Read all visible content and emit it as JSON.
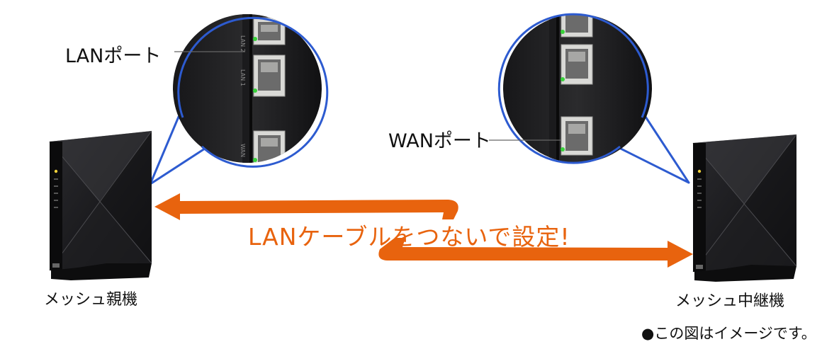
{
  "labels": {
    "lan_port": "LANポート",
    "wan_port": "WANポート",
    "parent_router": "メッシュ親機",
    "child_router": "メッシュ中継機",
    "note": "●この図はイメージです。"
  },
  "cable_instruction": "LANケーブルをつないで設定!",
  "port_markings": {
    "lan2": "LAN 2",
    "lan1": "LAN 1",
    "wan": "WAN"
  },
  "colors": {
    "arrow": "#e8630e",
    "callout_border": "#2d5bd0",
    "device_body": "#1c1c1e",
    "port_led": "#38d23a"
  }
}
